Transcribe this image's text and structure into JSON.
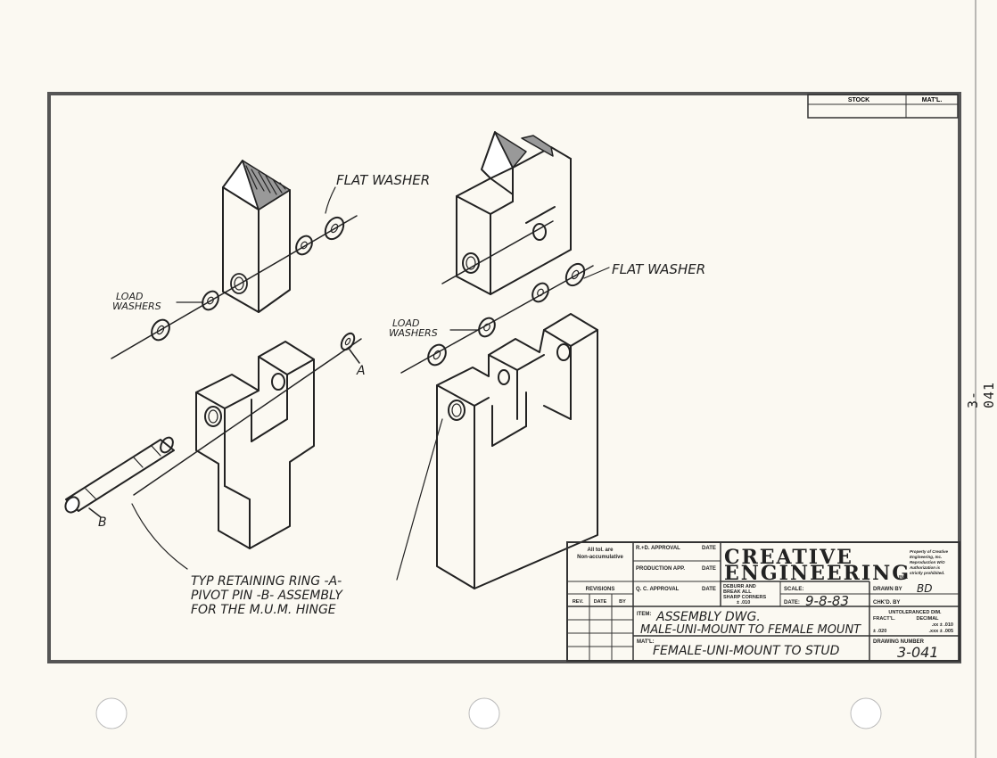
{
  "side_number": "3-041",
  "labels": {
    "flat_washer_left": "FLAT WASHER",
    "flat_washer_right": "FLAT WASHER",
    "load_washers_left": [
      "LOAD",
      "WASHERS"
    ],
    "load_washers_right": [
      "LOAD",
      "WASHERS"
    ],
    "marker_a": "A",
    "marker_b": "B",
    "note": [
      "TYP RETAINING RING -A-",
      "PIVOT PIN -B- ASSEMBLY",
      "FOR THE M.U.M. HINGE"
    ]
  },
  "stock_box": {
    "stock": "STOCK",
    "matl": "MAT'L."
  },
  "title_block": {
    "tolerance_note": [
      "All tol. are",
      "Non-accumulative"
    ],
    "rd_approval": "R.+D. APPROVAL",
    "production_app": "PRODUCTION APP.",
    "qc_approval": "Q. C. APPROVAL",
    "date_label": "DATE",
    "revisions": "REVISIONS",
    "rev": "REV.",
    "rev_date": "DATE",
    "rev_by": "BY",
    "company_line1": "CREATIVE",
    "company_line2": "ENGINEERING",
    "company_suffix": "INC.",
    "property_note": [
      "Property of Creative",
      "Engineering, Inc.",
      "Reproduction W/O",
      "Authorization is",
      "strictly prohibited."
    ],
    "deburr": [
      "DEBURR AND",
      "BREAK ALL",
      "SHARP CORNERS",
      "± .010"
    ],
    "scale_label": "SCALE:",
    "date_field_label": "DATE:",
    "date_value": "9-8-83",
    "drawn_by": "DRAWN BY",
    "drawn_by_value": "BD",
    "chkd_by": "CHK'D. BY",
    "untol": "UNTOLERANCED DIM.",
    "fract_label": "FRACT'L.",
    "decimal_label": "DECIMAL",
    "tol_xx": ".xx  ±  .010",
    "tol_frac": "± .020",
    "tol_xxx": ".xxx ±  .005",
    "item_label": "ITEM:",
    "item_line1": "ASSEMBLY DWG.",
    "item_line2": "MALE-UNI-MOUNT TO FEMALE MOUNT",
    "matl_label": "MAT'L:",
    "matl_value": "FEMALE-UNI-MOUNT TO STUD",
    "drawing_number_label": "DRAWING NUMBER",
    "drawing_number": "3-041"
  }
}
